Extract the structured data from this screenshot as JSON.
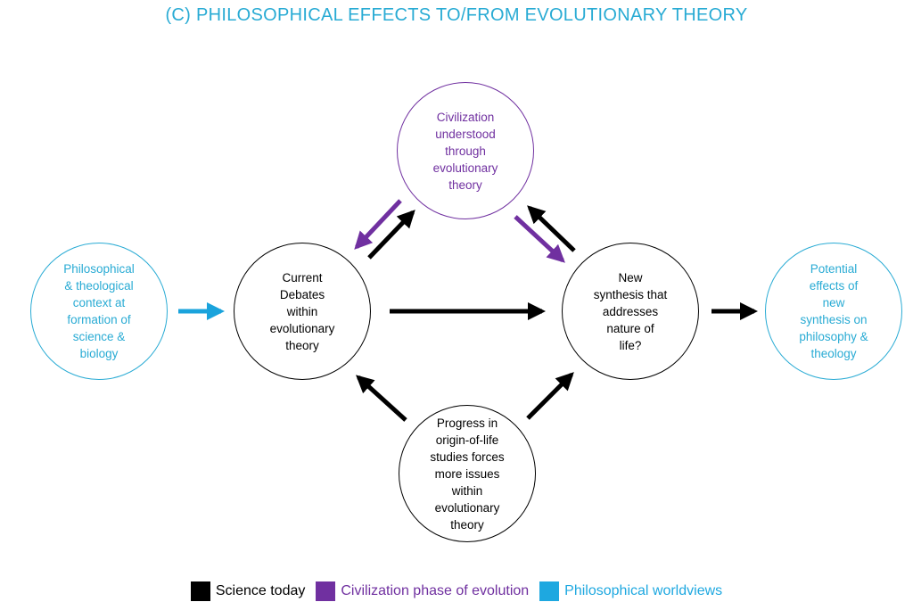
{
  "title": "(C) PHILOSOPHICAL EFFECTS TO/FROM EVOLUTIONARY THEORY",
  "colors": {
    "title": "#29abd4",
    "black": "#000000",
    "purple": "#7030a0",
    "blue": "#1aa3dc",
    "science_swatch": "#000000",
    "civilization_swatch": "#7030a0",
    "worldview_swatch": "#1ea8e0"
  },
  "nodes": {
    "philosophical_context": "Philosophical\n& theological\ncontext at\nformation of\nscience &\nbiology",
    "current_debates": "Current\nDebates\nwithin\nevolutionary\ntheory",
    "civilization": "Civilization\nunderstood\nthrough\nevolutionary\ntheory",
    "new_synthesis": "New\nsynthesis that\naddresses\nnature of\nlife?",
    "origin_of_life": "Progress in\norigin-of-life\nstudies forces\nmore issues\nwithin\nevolutionary\ntheory",
    "potential_effects": "Potential\neffects of\nnew\nsynthesis on\nphilosophy &\ntheology"
  },
  "legend": {
    "science": "Science today",
    "civilization": "Civilization phase of evolution",
    "worldviews": "Philosophical worldviews"
  }
}
